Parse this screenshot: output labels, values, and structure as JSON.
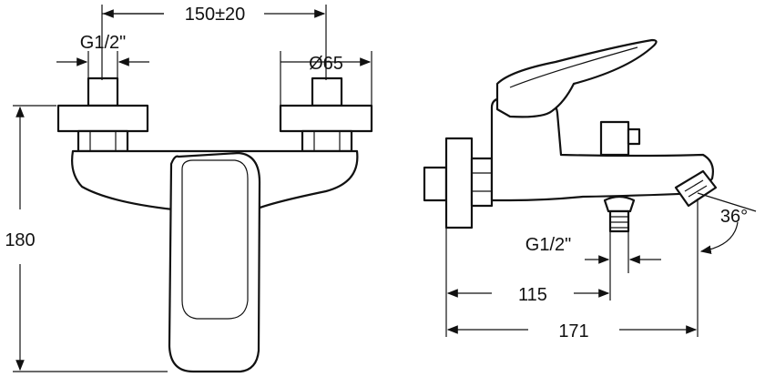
{
  "labels": {
    "width_between_inlets": "150±20",
    "inlet_thread_front": "G1/2\"",
    "rosette_diameter": "Ø65",
    "height": "180",
    "inlet_thread_side": "G1/2\"",
    "depth_to_outlet": "115",
    "total_depth": "171",
    "spout_angle": "36°"
  }
}
